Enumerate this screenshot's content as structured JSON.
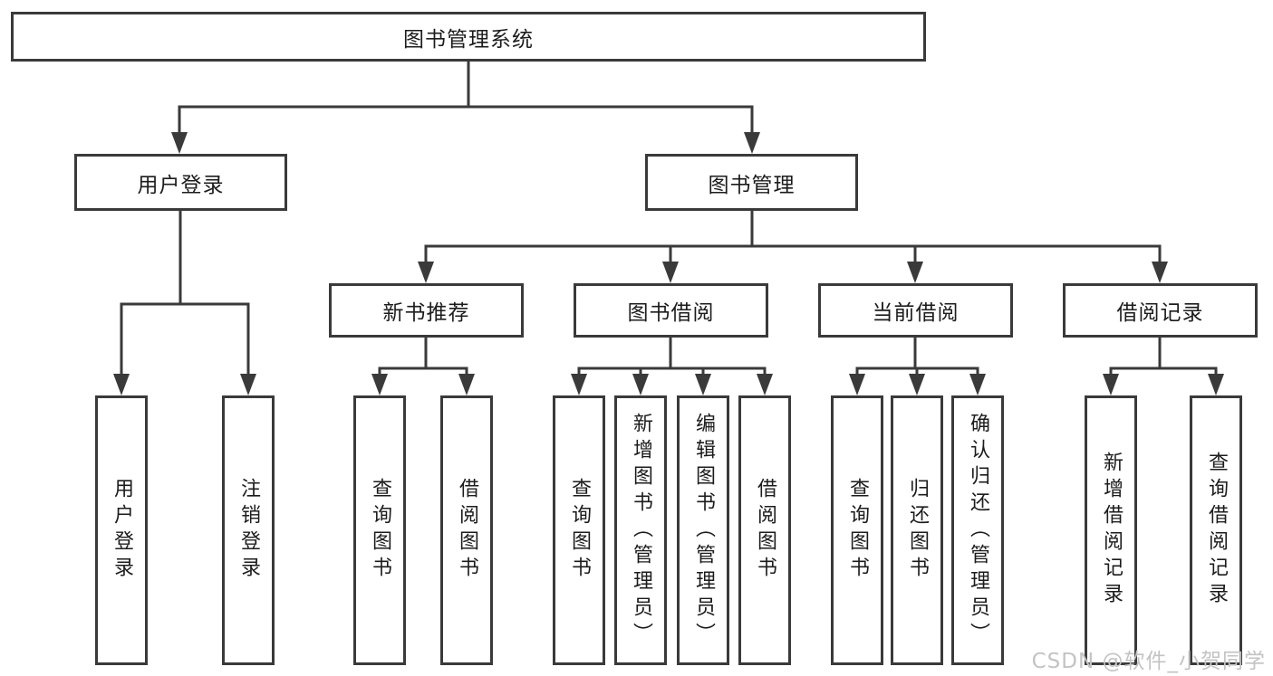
{
  "diagram": {
    "root": "图书管理系统",
    "level2": [
      "用户登录",
      "图书管理"
    ],
    "level3": [
      "新书推荐",
      "图书借阅",
      "当前借阅",
      "借阅记录"
    ],
    "leaves": {
      "user_login": [
        "用户登录",
        "注销登录"
      ],
      "new_book": [
        "查询图书",
        "借阅图书"
      ],
      "book_borrow": [
        "查询图书",
        "新增图书（管理员）",
        "编辑图书（管理员）",
        "借阅图书"
      ],
      "current_borrow": [
        "查询图书",
        "归还图书",
        "确认归还（管理员）"
      ],
      "borrow_record": [
        "新增借阅记录",
        "查询借阅记录"
      ]
    }
  },
  "colors": {
    "line": "#3a3a3a",
    "text": "#1c1c1c",
    "watermark": "#c3c3c3",
    "background": "#ffffff"
  },
  "watermark": "CSDN @软件_小贺同学"
}
